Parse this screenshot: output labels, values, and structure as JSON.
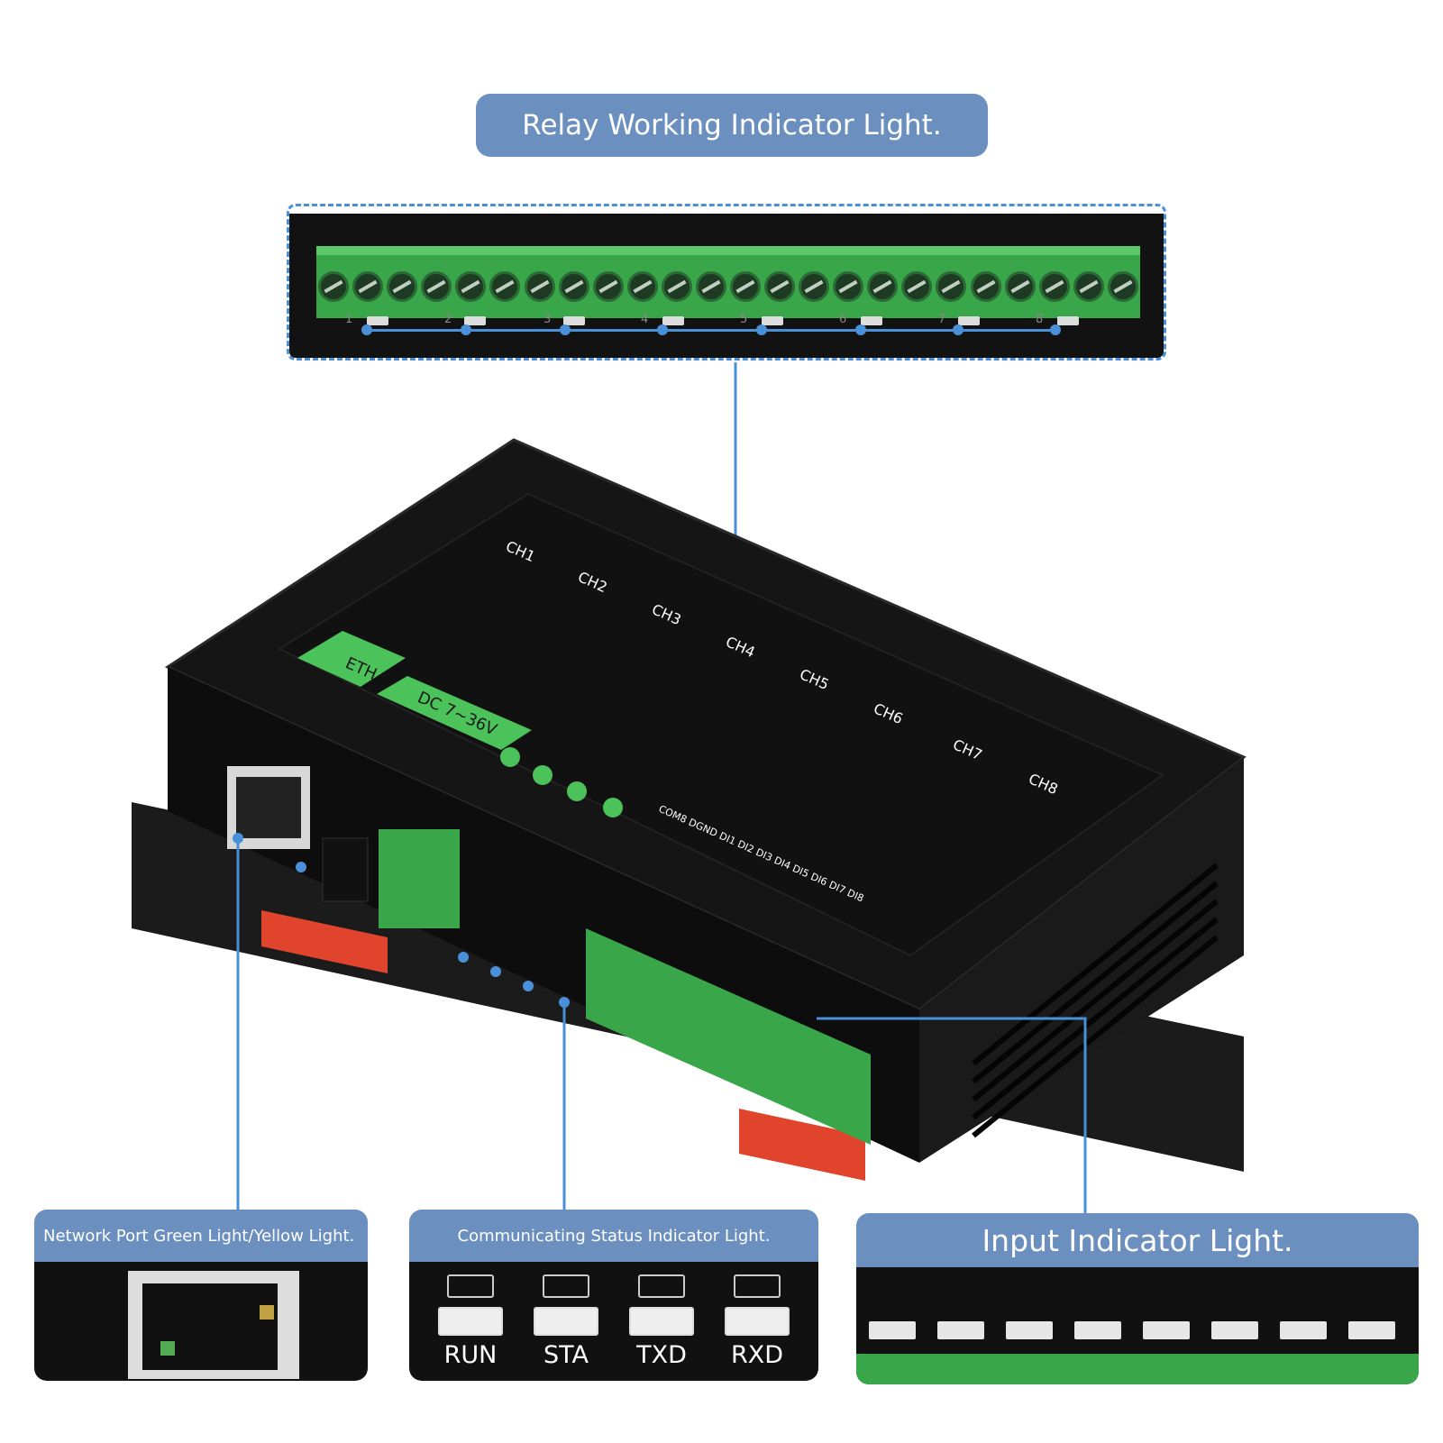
{
  "colors": {
    "callout_fill": "#6b8fbf",
    "connector": "#4a90d9",
    "terminal_green": "#3aa64a",
    "device_black": "#151515",
    "din_red": "#e0442c"
  },
  "callouts": {
    "relay": "Relay Working Indicator Light.",
    "network": "Network Port Green Light/Yellow Light.",
    "comm": "Communicating Status Indicator Light.",
    "input": "Input Indicator Light."
  },
  "relay_numbers": [
    "1",
    "2",
    "3",
    "4",
    "5",
    "6",
    "7",
    "8"
  ],
  "device": {
    "eth_label": "ETH",
    "power_label": "DC 7~36V",
    "channels": [
      "CH1",
      "CH2",
      "CH3",
      "CH4",
      "CH5",
      "CH6",
      "CH7",
      "CH8"
    ],
    "inputs_label": "COM8 DGND DI1 DI2 DI3 DI4 DI5 DI6 DI7 DI8"
  },
  "status_leds": [
    "RUN",
    "STA",
    "TXD",
    "RXD"
  ]
}
